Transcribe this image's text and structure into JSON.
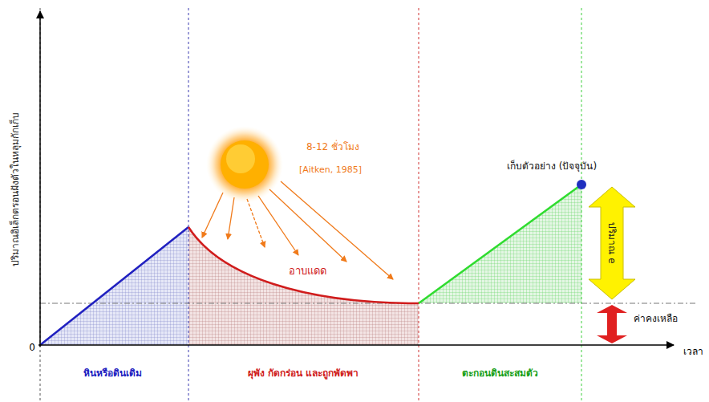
{
  "diagram": {
    "nodes": [
      {
        "text": [
          "ปริมาณ e"
        ]
      }
    ],
    "labels": [
      "ปริมาณอิเล็กตรอนฝังตัวในหลุมกักเก็บ",
      "0",
      "เวลา",
      "8-12 ชั่วโมง",
      "[Aitken, 1985]",
      "อาบแดด",
      "เก็บตัวอย่าง (ปัจจุบัน)",
      "ค่าคงเหลือ",
      "หินหรือดินเดิม",
      "ผุพัง กัดกร่อน และถูกพัดพา",
      "ตะกอนดินสะสมตัว"
    ]
  }
}
